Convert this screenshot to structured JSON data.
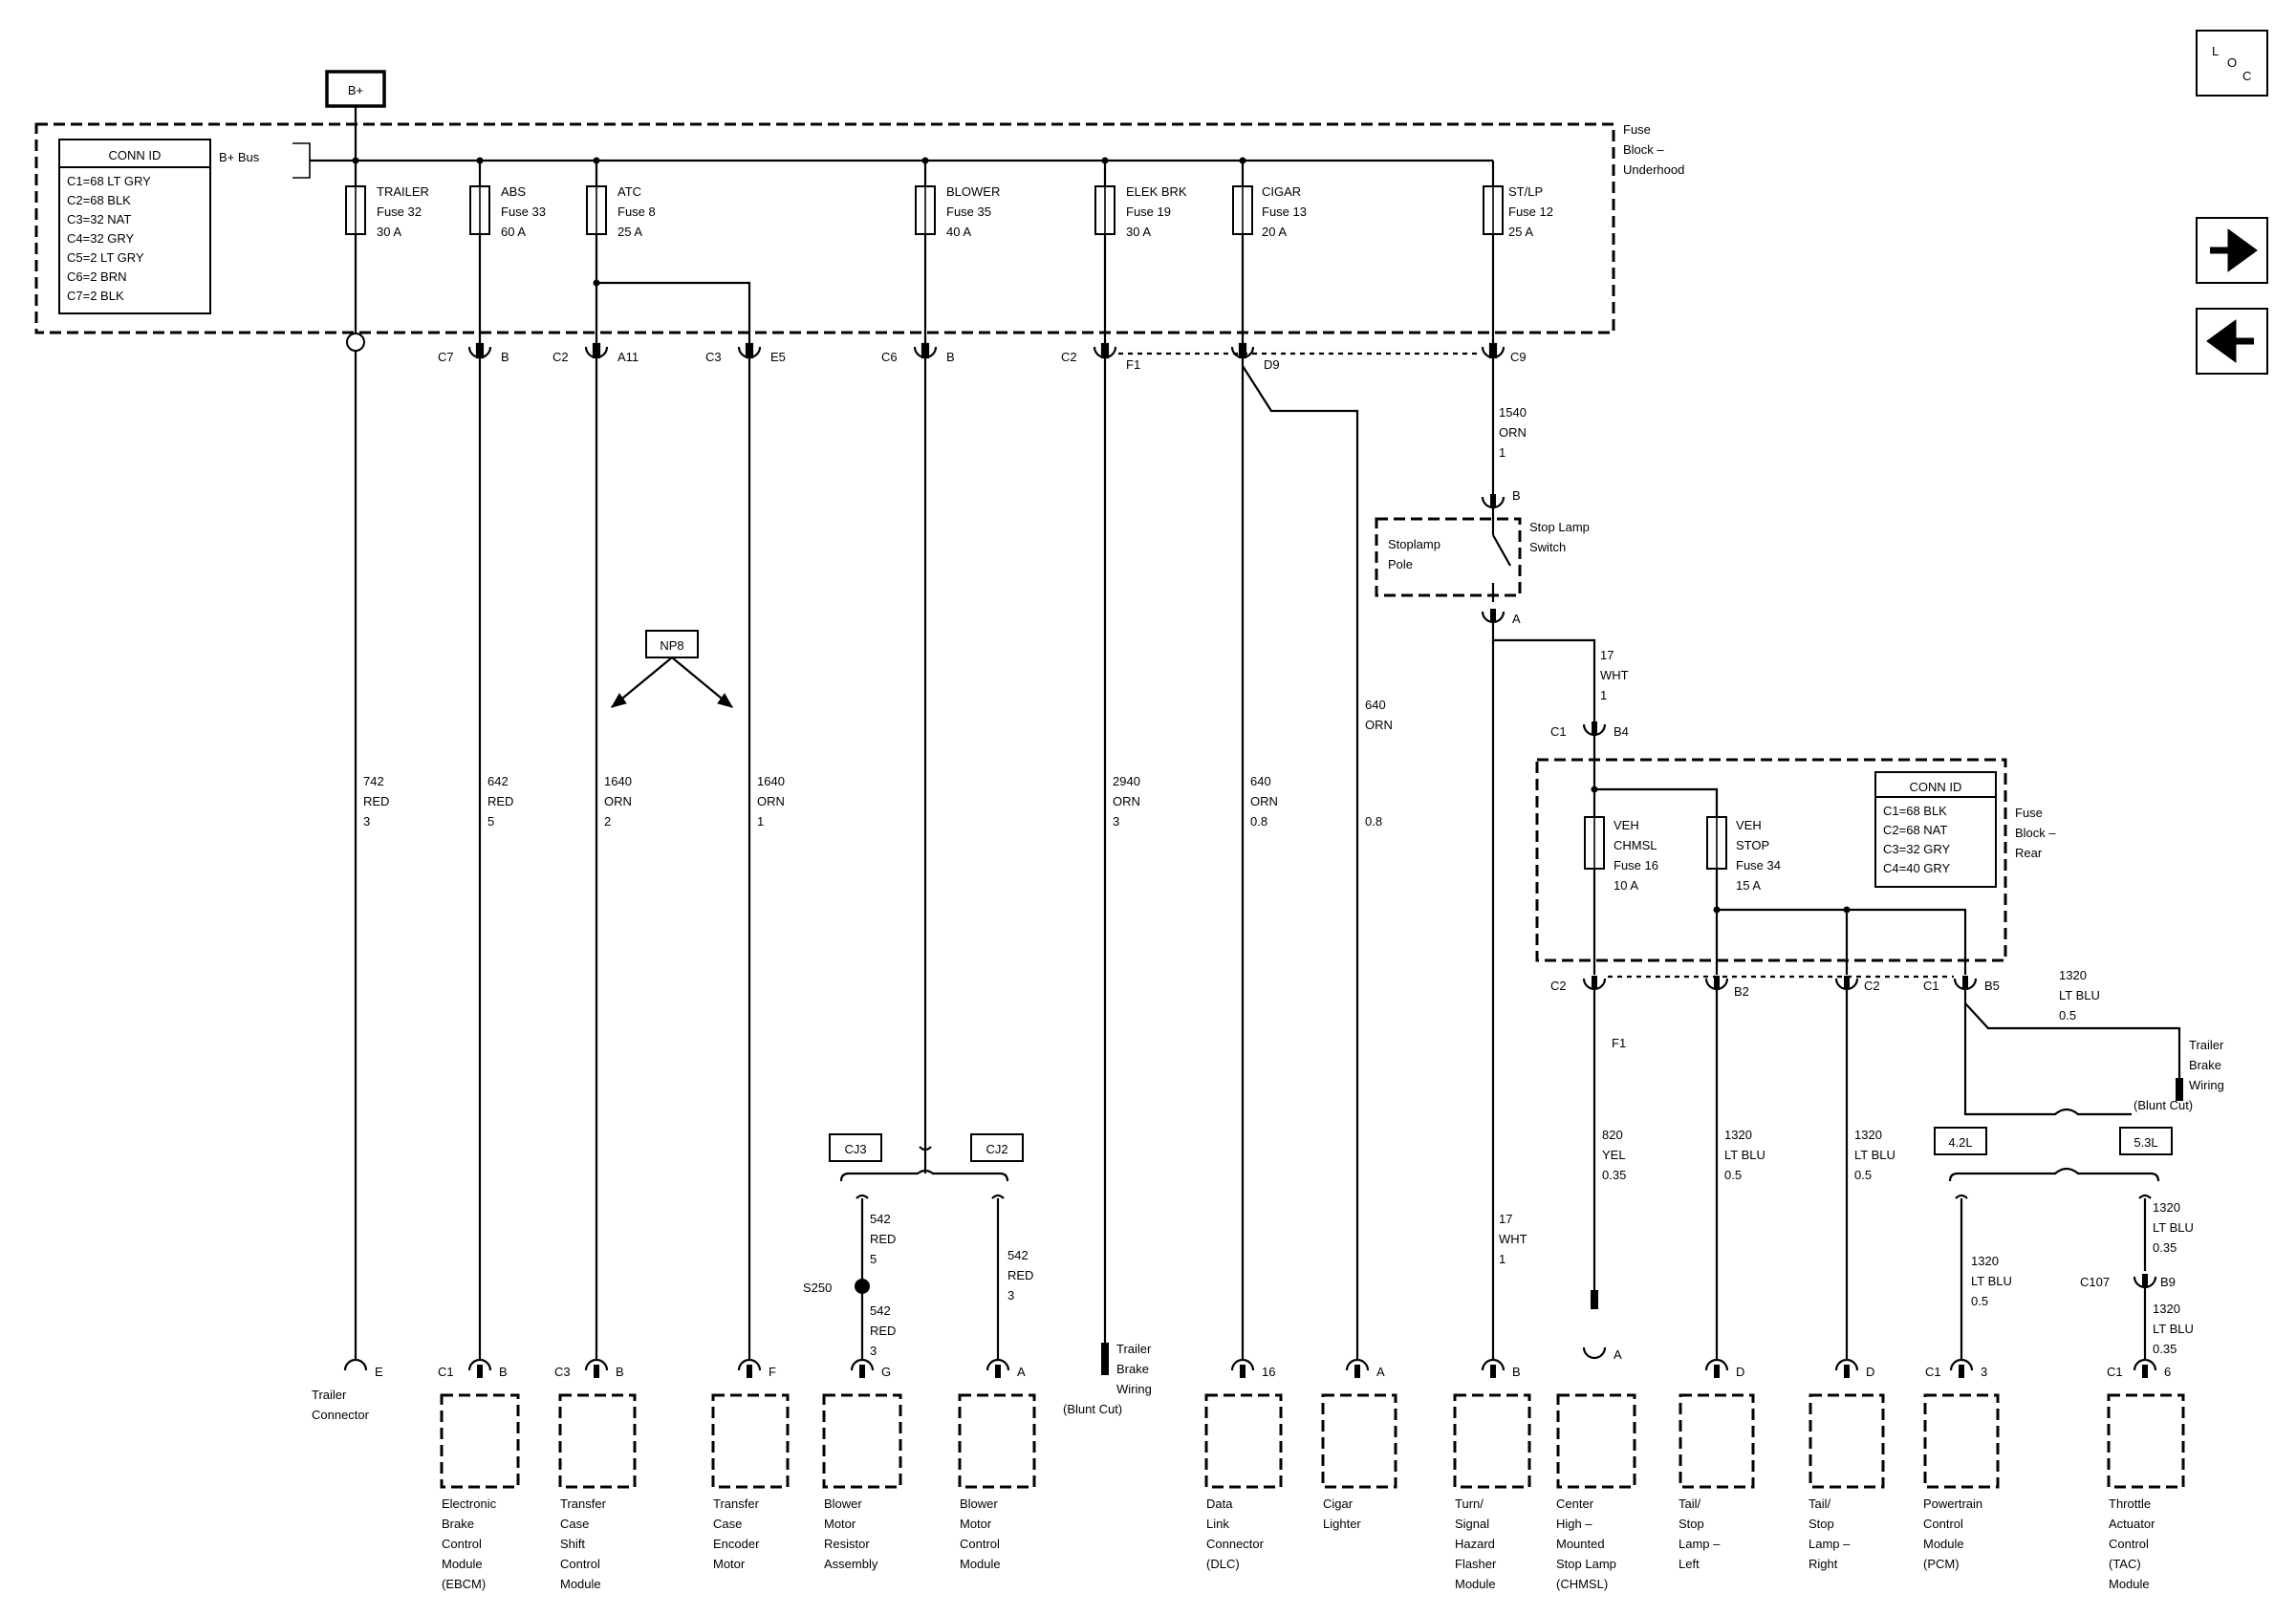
{
  "bplus": "B+",
  "loc": {
    "l": "L",
    "o": "O",
    "c": "C"
  },
  "nav": {
    "forward_icon": "arrow-right-icon",
    "back_icon": "arrow-left-icon"
  },
  "fuse_block_underhood": [
    "Fuse",
    "Block –",
    "Underhood"
  ],
  "fuse_block_rear": [
    "Fuse",
    "Block –",
    "Rear"
  ],
  "conn_id_underhood": {
    "title": "CONN ID",
    "rows": [
      "C1=68 LT GRY",
      "C2=68 BLK",
      "C3=32 NAT",
      "C4=32 GRY",
      "C5=2 LT GRY",
      "C6=2 BRN",
      "C7=2 BLK"
    ]
  },
  "conn_id_rear": {
    "title": "CONN ID",
    "rows": [
      "C1=68 BLK",
      "C2=68 NAT",
      "C3=32 GRY",
      "C4=40 GRY"
    ]
  },
  "bus_label": "B+ Bus",
  "fuses": [
    {
      "lines": [
        "TRAILER",
        "Fuse 32",
        "30 A"
      ]
    },
    {
      "lines": [
        "ABS",
        "Fuse 33",
        "60 A"
      ]
    },
    {
      "lines": [
        "ATC",
        "Fuse 8",
        "25 A"
      ]
    },
    {
      "lines": [
        "BLOWER",
        "Fuse 35",
        "40 A"
      ]
    },
    {
      "lines": [
        "ELEK BRK",
        "Fuse 19",
        "30 A"
      ]
    },
    {
      "lines": [
        "CIGAR",
        "Fuse 13",
        "20 A"
      ]
    },
    {
      "lines": [
        "ST/LP",
        "Fuse 12",
        "25 A"
      ]
    },
    {
      "lines": [
        "VEH",
        "CHMSL",
        "Fuse 16",
        "10 A"
      ]
    },
    {
      "lines": [
        "VEH",
        "STOP",
        "Fuse 34",
        "15 A"
      ]
    }
  ],
  "connector_labels": {
    "c7": "C7",
    "b1": "B",
    "c2a": "C2",
    "a11": "A11",
    "c3a": "C3",
    "e5": "E5",
    "c6": "C6",
    "b2": "B",
    "c2b": "C2",
    "f1": "F1",
    "d9": "D9",
    "c9": "C9",
    "sw_b": "B",
    "sw_a": "A",
    "c1a": "C1",
    "b4": "B4",
    "c2c": "C2",
    "b2r": "B2",
    "c2d": "C2",
    "c1b": "C1",
    "b5": "B5",
    "f1b": "F1",
    "c107": "C107",
    "b9": "B9"
  },
  "wires": {
    "w742": [
      "742",
      "RED",
      "3"
    ],
    "w642": [
      "642",
      "RED",
      "5"
    ],
    "w1640a": [
      "1640",
      "ORN",
      "2"
    ],
    "w1640b": [
      "1640",
      "ORN",
      "1"
    ],
    "w2940": [
      "2940",
      "ORN",
      "3"
    ],
    "w640a": [
      "640",
      "ORN",
      "0.8"
    ],
    "w640b": [
      "640",
      "ORN"
    ],
    "w640b_gauge": "0.8",
    "w1540": [
      "1540",
      "ORN",
      "1"
    ],
    "w17a": [
      "17",
      "WHT",
      "1"
    ],
    "w17b": [
      "17",
      "WHT",
      "1"
    ],
    "w820": [
      "820",
      "YEL",
      "0.35"
    ],
    "w1320a": [
      "1320",
      "LT BLU",
      "0.5"
    ],
    "w1320b": [
      "1320",
      "LT BLU",
      "0.5"
    ],
    "w1320c": [
      "1320",
      "LT BLU",
      "0.5"
    ],
    "w1320d": [
      "1320",
      "LT BLU",
      "0.5"
    ],
    "w1320e": [
      "1320",
      "LT BLU",
      "0.35"
    ],
    "w1320f": [
      "1320",
      "LT BLU",
      "0.35"
    ],
    "w542a": [
      "542",
      "RED",
      "5"
    ],
    "w542b": [
      "542",
      "RED",
      "3"
    ],
    "w542c": [
      "542",
      "RED",
      "3"
    ]
  },
  "options": {
    "np8": "NP8",
    "cj3": "CJ3",
    "cj2": "CJ2",
    "l42": "4.2L",
    "l53": "5.3L"
  },
  "splice": "S250",
  "switch": {
    "name": [
      "Stop Lamp",
      "Switch"
    ],
    "pole": [
      "Stoplamp",
      "Pole"
    ]
  },
  "trailer_brake_mid": [
    "Trailer",
    "Brake",
    "Wiring",
    "(Blunt Cut)"
  ],
  "trailer_brake_right": [
    "Trailer",
    "Brake",
    "Wiring",
    "(Blunt Cut)"
  ],
  "components": [
    {
      "pins": [
        "",
        "E"
      ],
      "lines": [
        "Trailer",
        "Connector"
      ]
    },
    {
      "pins": [
        "C1",
        "B"
      ],
      "lines": [
        "Electronic",
        "Brake",
        "Control",
        "Module",
        "(EBCM)"
      ]
    },
    {
      "pins": [
        "C3",
        "B"
      ],
      "lines": [
        "Transfer",
        "Case",
        "Shift",
        "Control",
        "Module"
      ]
    },
    {
      "pins": [
        "",
        "F"
      ],
      "lines": [
        "Transfer",
        "Case",
        "Encoder",
        "Motor"
      ]
    },
    {
      "pins": [
        "",
        "G"
      ],
      "lines": [
        "Blower",
        "Motor",
        "Resistor",
        "Assembly"
      ]
    },
    {
      "pins": [
        "",
        "A"
      ],
      "lines": [
        "Blower",
        "Motor",
        "Control",
        "Module"
      ]
    },
    {
      "pins": [
        "",
        "16"
      ],
      "lines": [
        "Data",
        "Link",
        "Connector",
        "(DLC)"
      ]
    },
    {
      "pins": [
        "",
        "A"
      ],
      "lines": [
        "Cigar",
        "Lighter"
      ]
    },
    {
      "pins": [
        "",
        "B"
      ],
      "lines": [
        "Turn/",
        "Signal",
        "Hazard",
        "Flasher",
        "Module"
      ]
    },
    {
      "pins": [
        "",
        "A"
      ],
      "lines": [
        "Center",
        "High –",
        "Mounted",
        "Stop Lamp",
        "(CHMSL)"
      ]
    },
    {
      "pins": [
        "",
        "D"
      ],
      "lines": [
        "Tail/",
        "Stop",
        "Lamp –",
        "Left"
      ]
    },
    {
      "pins": [
        "",
        "D"
      ],
      "lines": [
        "Tail/",
        "Stop",
        "Lamp –",
        "Right"
      ]
    },
    {
      "pins": [
        "C1",
        "3"
      ],
      "lines": [
        "Powertrain",
        "Control",
        "Module",
        "(PCM)"
      ]
    },
    {
      "pins": [
        "C1",
        "6"
      ],
      "lines": [
        "Throttle",
        "Actuator",
        "Control",
        "(TAC)",
        "Module"
      ]
    }
  ]
}
